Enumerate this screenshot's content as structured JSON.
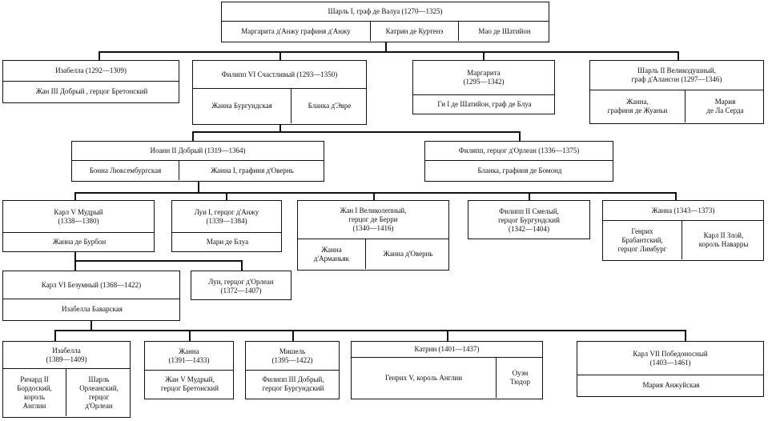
{
  "people": {
    "charles_valois": {
      "name": "Шарль I, граф де Валуа (1270—1325)",
      "spouses": [
        "Маргарита д'Анжу графиня д'Анжу",
        "Катрин де Куртенэ",
        "Мао де Шатийон"
      ]
    },
    "isabelle_1292": {
      "name": "Изабелла (1292—1309)",
      "spouses": [
        "Жан III Добрый , герцог Бретонский"
      ]
    },
    "philippe_vi": {
      "name": "Филипп VI Счастливый (1293—1350)",
      "spouses": [
        "Жанна Бургундская",
        "Бланка д'Эвре"
      ]
    },
    "marguerite_1295": {
      "name": "Маргарита\n(1295—1342)",
      "spouses": [
        "Ги I де Шатийон, граф де Блуа"
      ]
    },
    "charles_ii_alencon": {
      "name": "Шарль II Великодушный,\nграф д'Алансон (1297—1346)",
      "spouses": [
        "Жанна,\nграфиня де Жуаньи",
        "Мария\nде Ла Серда"
      ]
    },
    "jean_ii": {
      "name": "Иоанн II Добрый (1319—1364)",
      "spouses": [
        "Бонна Люксембургская",
        "Жанна I, графиня д'Овернь"
      ]
    },
    "philippe_orleans": {
      "name": "Филипп, герцог д'Орлеан (1336—1375)",
      "spouses": [
        "Бланка, графиня де Бомонд"
      ]
    },
    "charles_v": {
      "name": "Карл V Мудрый\n(1338—1380)",
      "spouses": [
        "Жанна де Бурбон"
      ]
    },
    "louis_anjou": {
      "name": "Луи I, герцог д'Анжу\n(1339—1384)",
      "spouses": [
        "Мари де Блуа"
      ]
    },
    "jean_berry": {
      "name": "Жан I Великолепный,\nгерцог де Берри\n(1340—1416)",
      "spouses": [
        "Жанна\nд'Арманьяк",
        "Жанна д'Овернь"
      ]
    },
    "philippe_ii_bourgogne": {
      "name": "Филипп II Смелый,\nгерцог Бургундский\n(1342—1404)",
      "spouses": []
    },
    "jeanne_1343": {
      "name": "Жанна (1343—1373)",
      "spouses": [
        "Генрих\nБрабантский,\nгерцог Лимбург",
        "Карл II Злой,\nкороль Наварры"
      ]
    },
    "charles_vi": {
      "name": "Карл VI Безумный (1368—1422)",
      "spouses": [
        "Изабелла Баварская"
      ]
    },
    "louis_orleans": {
      "name": "Луи, герцог д'Орлеан\n(1372—1407)",
      "spouses": []
    },
    "isabelle_1389": {
      "name": "Изабелла\n(1389—1409)",
      "spouses": [
        "Ричард II\nБордоский,\nкороль\nАнглии",
        "Шарль\nОрлеанский,\nгерцог\nд'Орлеан"
      ]
    },
    "jeanne_1391": {
      "name": "Жанна\n(1391—1433)",
      "spouses": [
        "Жан V Мудрый,\nгерцог Бретонский"
      ]
    },
    "michelle": {
      "name": "Мишель\n(1395—1422)",
      "spouses": [
        "Филипп III Добрый,\nгерцог Бургундский"
      ]
    },
    "catherine": {
      "name": "Катрин (1401—1437)",
      "spouses": [
        "Генрих V, король Англии",
        "Оуэн\nТюдор"
      ]
    },
    "charles_vii": {
      "name": "Карл VII Победоносный\n(1403—1461)",
      "spouses": [
        "Мария Анжуйская"
      ]
    }
  }
}
